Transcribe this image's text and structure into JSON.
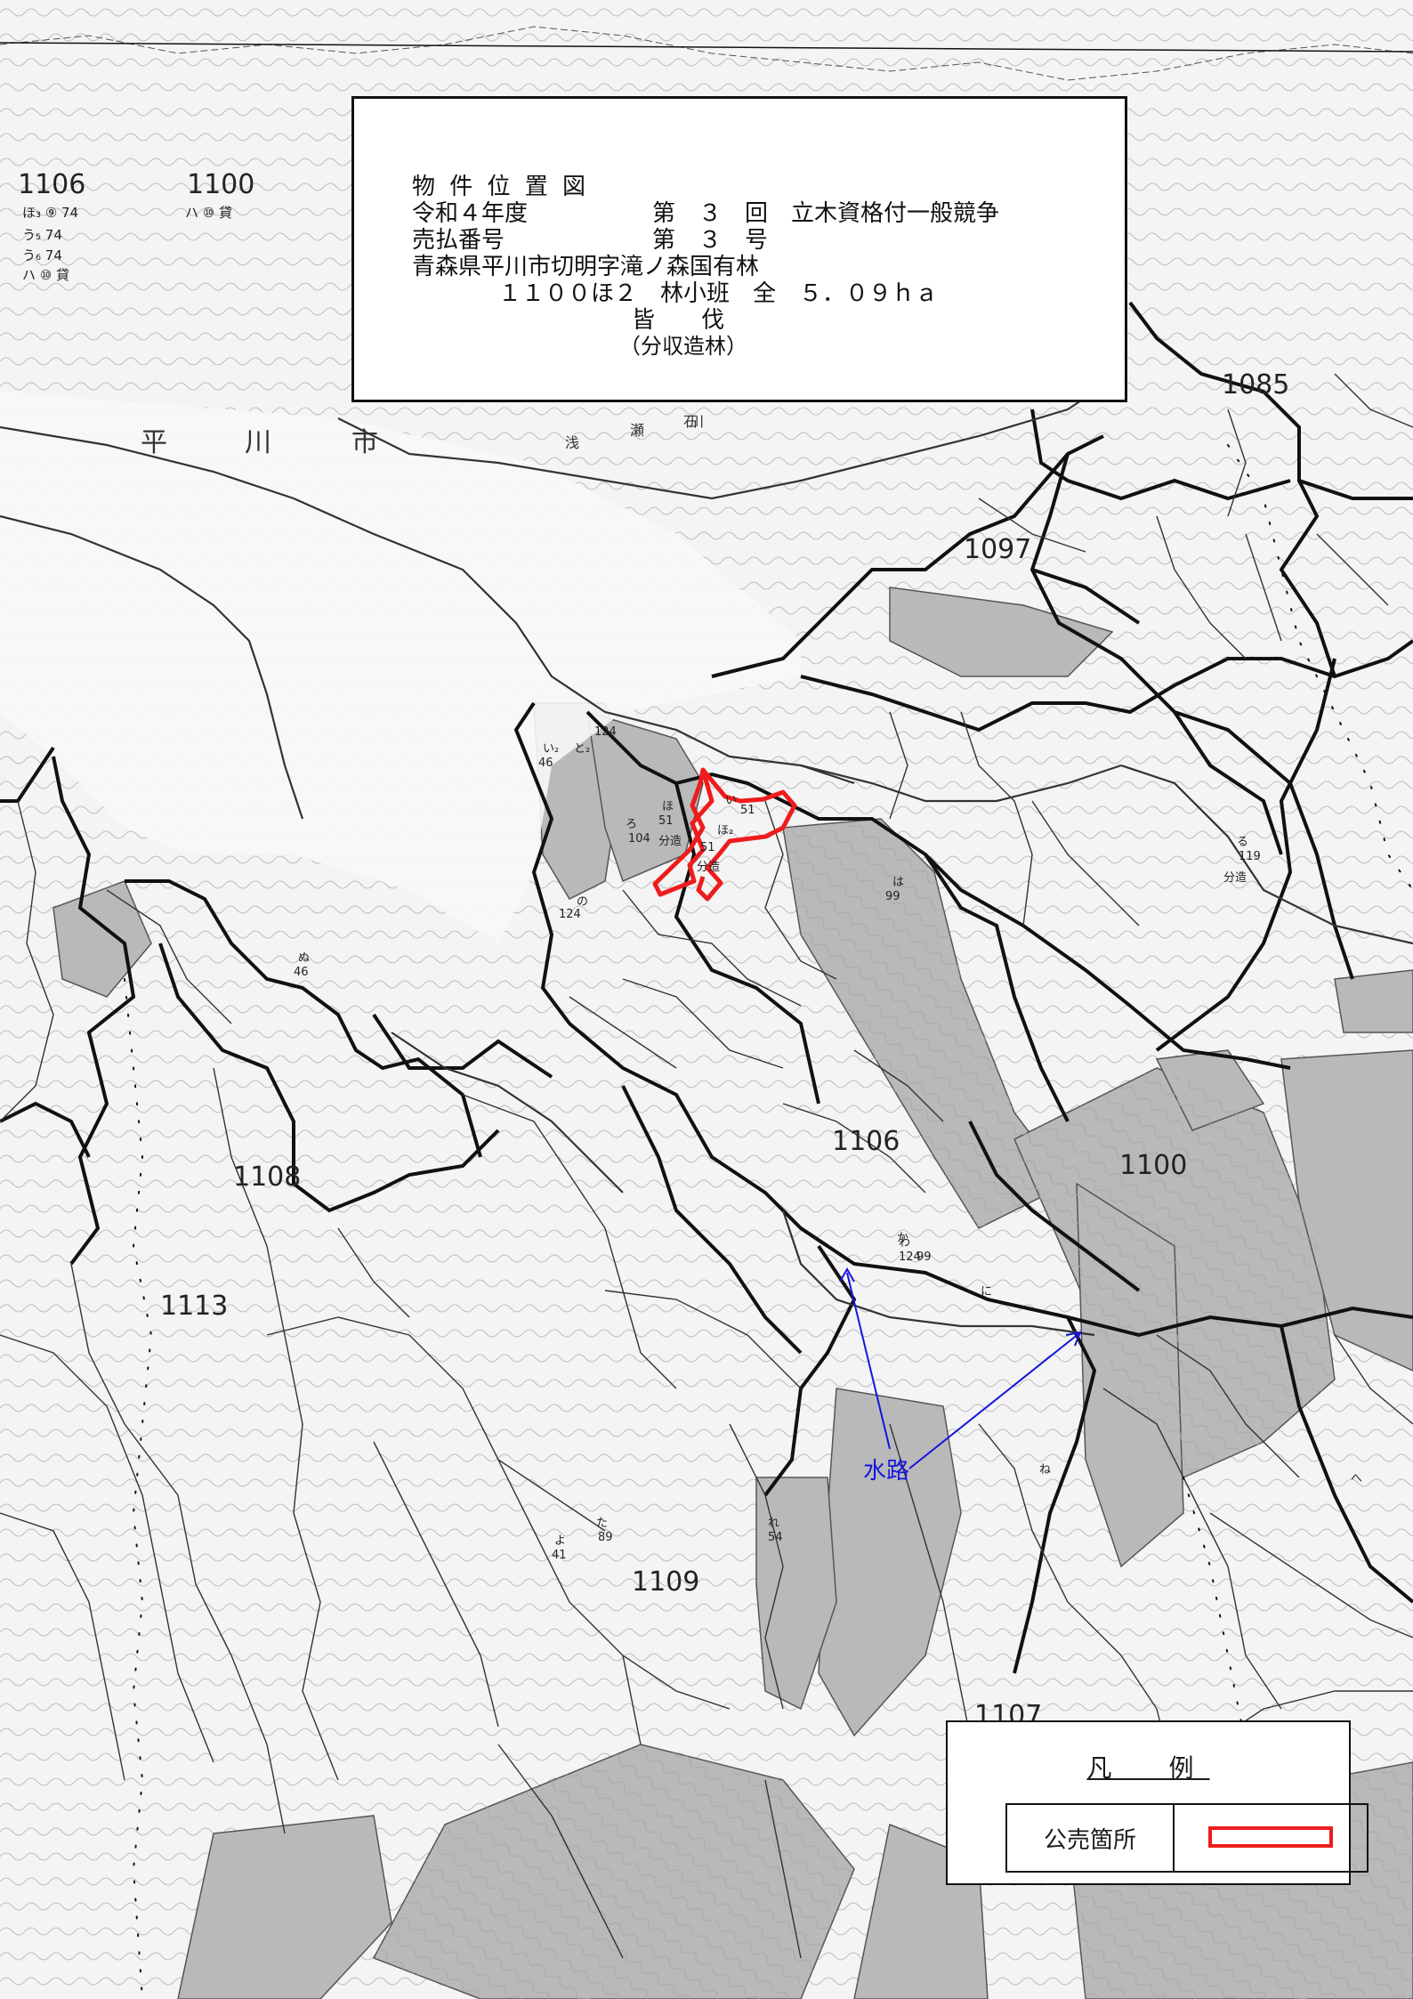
{
  "title": {
    "line1": "物 件 位 置 図",
    "line2a": "令和４年度",
    "line2b": "第　３　回　立木資格付一般競争",
    "line3a": "売払番号",
    "line3b": "第　３　号",
    "line4": "青森県平川市切明字滝ノ森国有林",
    "line5": "１１００ほ２　林小班　全　５．０９ｈａ",
    "line6": "皆　　伐",
    "line7": "（分収造林）"
  },
  "legend": {
    "heading": "凡　例",
    "item_label": "公売箇所",
    "item_color": "#ee1c1c"
  },
  "annotation": {
    "waterway": "水路",
    "waterway_color": "#1515dd"
  },
  "city_label": [
    "平",
    "川",
    "市"
  ],
  "river_labels": [
    "浅",
    "瀬",
    "石",
    "川"
  ],
  "compartments": [
    "1106",
    "1100",
    "1085",
    "1097",
    "1106",
    "1100",
    "1108",
    "1113",
    "1109",
    "1107"
  ],
  "stand_labels": {
    "topleft": [
      "ほ₃ ⑨ 74",
      "う₅ 74",
      "う₆ 74",
      "ハ ⑩ 貸"
    ],
    "topleft_2": "ハ ⑩ 貸",
    "target": [
      "ほ₂",
      "51",
      "分造",
      "い",
      "51"
    ],
    "misc": [
      "い₂",
      "46",
      "と₂",
      "124",
      "ほ",
      "51",
      "分造",
      "ろ",
      "104",
      "の",
      "124",
      "ぬ",
      "46",
      "は",
      "99",
      "に",
      "ね",
      "へ",
      "る",
      "119",
      "分造",
      "わ",
      "124",
      "か",
      "99",
      "よ",
      "41",
      "た",
      "89",
      "れ",
      "54"
    ]
  }
}
